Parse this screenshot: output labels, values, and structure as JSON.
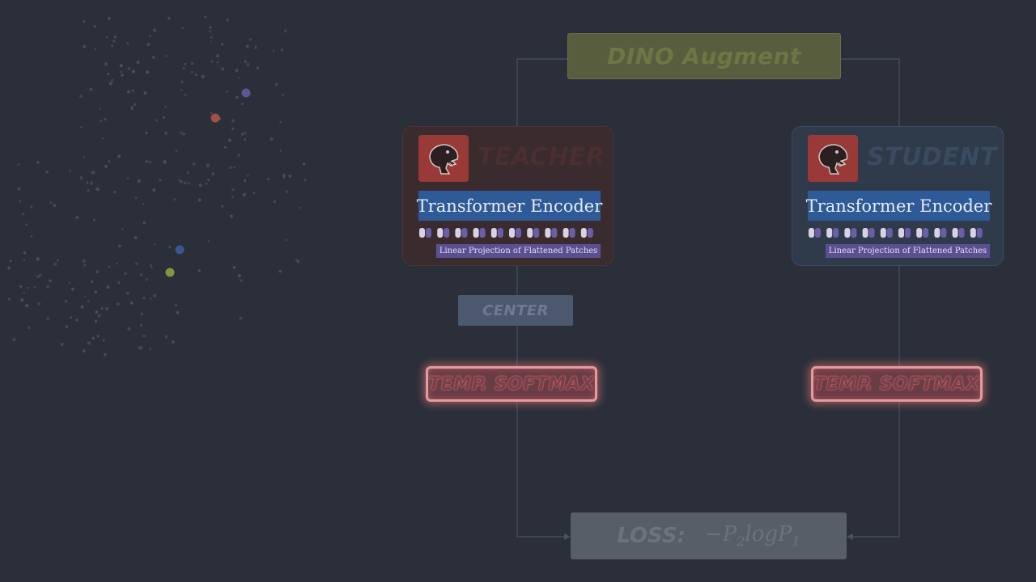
{
  "augment": {
    "label": "DINO Augment"
  },
  "teacher": {
    "role": "TEACHER",
    "encoder": "Transformer Encoder",
    "projection": "Linear Projection of Flattened Patches"
  },
  "student": {
    "role": "STUDENT",
    "encoder": "Transformer Encoder",
    "projection": "Linear Projection of Flattened Patches"
  },
  "center": {
    "label": "CENTER"
  },
  "softmax": {
    "teacher_label": "TEMP. SOFTMAX",
    "student_label": "TEMP. SOFTMAX"
  },
  "loss": {
    "label": "LOSS:",
    "formula": {
      "prefix": "−P",
      "sub1": "2",
      "middle": "logP",
      "sub2": "1"
    }
  },
  "colors": {
    "background": "#2b2f3a",
    "teacher_panel": "#3a2b2e",
    "student_panel": "#2f3a4b",
    "encoder": "#2e5a98",
    "projection": "#5b4f92",
    "softmax_glow": "#e79a9a",
    "highlight_points": [
      "#c0584a",
      "#6a60a8",
      "#3a5fa8",
      "#9ab040"
    ]
  },
  "icons": {
    "teacher_logo": "dinosaur-icon",
    "student_logo": "dinosaur-icon"
  }
}
